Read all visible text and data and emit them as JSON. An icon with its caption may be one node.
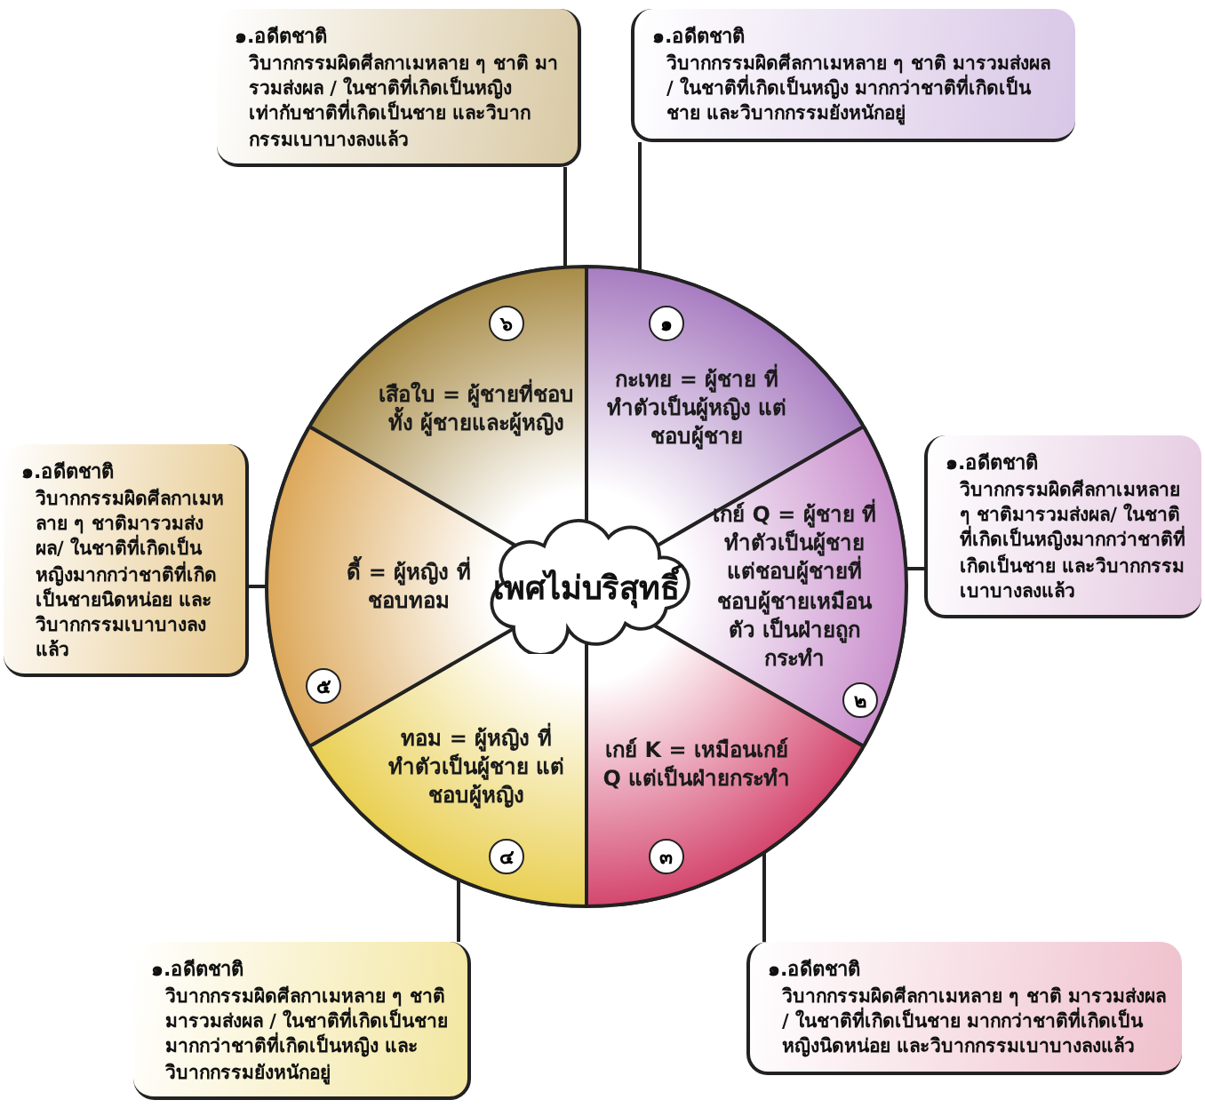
{
  "diagram": {
    "nodes": [
      {
        "text": [
          "เพศไม่บริสุทธิ์"
        ]
      },
      {
        "text": [
          "๑",
          "กะเทย = ผู้ชาย ที่ทำตัวเป็นผู้หญิง แต่ชอบผู้ชาย"
        ]
      },
      {
        "text": [
          "เกย์ Q = ผู้ชาย ที่ทำตัวเป็นผู้ชาย แต่ชอบผู้ชายที่ ชอบผู้ชายเหมือนตัว เป็นฝ่ายถูกกระทำ",
          "๒"
        ]
      },
      {
        "text": [
          "เกย์ K = เหมือนเกย์ Q แต่เป็นฝ่ายกระทำ",
          "๓"
        ]
      },
      {
        "text": [
          "ทอม = ผู้หญิง ที่ทำตัวเป็นผู้ชาย แต่ชอบผู้หญิง",
          "๔"
        ]
      },
      {
        "text": [
          "ดี้ = ผู้หญิง ที่ชอบทอม",
          "๕"
        ]
      },
      {
        "text": [
          "๖",
          "เสือใบ = ผู้ชายที่ชอบทั้ง ผู้ชายและผู้หญิง"
        ]
      },
      {
        "text": [
          "๑.อดีตชาติ",
          "วิบากกรรมผิดศีลกาเมหลาย ๆ ชาติ มารวมส่งผล / ในชาติที่เกิดเป็นหญิง มากกว่าชาติที่เกิดเป็นชาย และวิบากกรรมยังหนักอยู่"
        ]
      },
      {
        "text": [
          "๑.อดีตชาติ",
          "วิบากกรรมผิดศีลกาเมหลาย ๆ ชาติมารวมส่งผล/ ในชาติที่เกิดเป็นหญิงมากกว่าชาติที่เกิดเป็นชาย และวิบากกรรมเบาบางลงแล้ว"
        ]
      },
      {
        "text": [
          "๑.อดีตชาติ",
          "วิบากกรรมผิดศีลกาเมหลาย ๆ ชาติ มารวมส่งผล / ในชาติที่เกิดเป็นชาย มากกว่าชาติที่เกิดเป็นหญิงนิดหน่อย และวิบากกรรมเบาบางลงแล้ว"
        ]
      },
      {
        "text": [
          "๑.อดีตชาติ",
          "วิบากกรรมผิดศีลกาเมหลาย ๆ ชาติ มารวมส่งผล / ในชาติที่เกิดเป็นชาย มากกว่าชาติที่เกิดเป็นหญิง และวิบากกรรมยังหนักอยู่"
        ]
      },
      {
        "text": [
          "๑.อดีตชาติ",
          "วิบากกรรมผิดศีลกาเมหลาย ๆ ชาติมารวมส่งผล/ ในชาติที่เกิดเป็นหญิงมากกว่าชาติที่เกิดเป็นชายนิดหน่อย และวิบากกรรมเบาบางลงแล้ว"
        ]
      },
      {
        "text": [
          "๑.อดีตชาติ",
          "วิบากกรรมผิดศีลกาเมหลาย ๆ ชาติ มารวมส่งผล / ในชาติที่เกิดเป็นหญิง เท่ากับชาติที่เกิดเป็นชาย และวิบากกรรมเบาบางลงแล้ว"
        ]
      }
    ],
    "edges": [
      {
        "from": 1,
        "to": 7,
        "arrow": "none"
      },
      {
        "from": 2,
        "to": 8,
        "arrow": "none"
      },
      {
        "from": 3,
        "to": 9,
        "arrow": "none"
      },
      {
        "from": 4,
        "to": 10,
        "arrow": "none"
      },
      {
        "from": 5,
        "to": 11,
        "arrow": "none"
      },
      {
        "from": 6,
        "to": 12,
        "arrow": "none"
      }
    ]
  }
}
